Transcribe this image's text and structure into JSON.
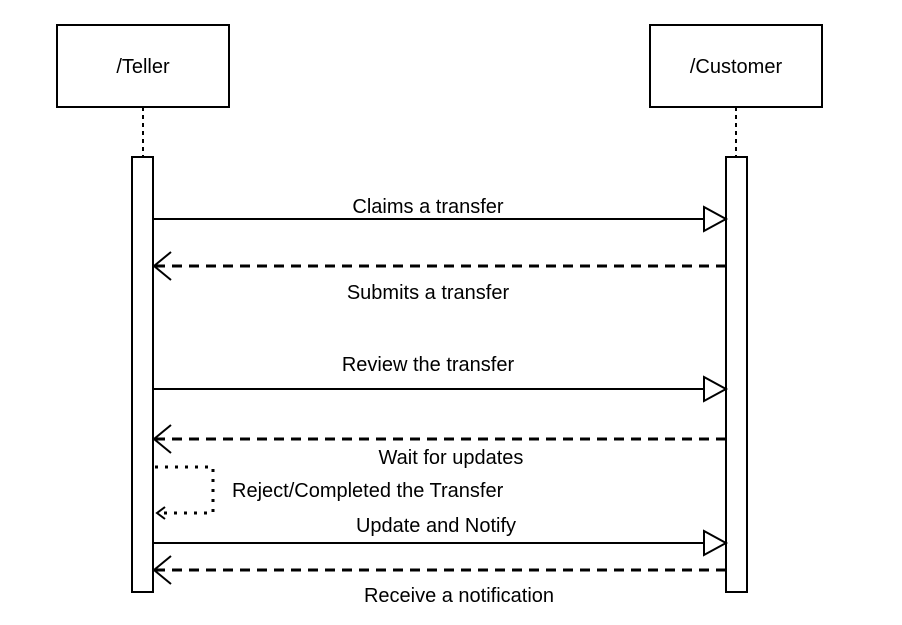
{
  "participants": {
    "teller": {
      "label": "/Teller"
    },
    "customer": {
      "label": "/Customer"
    }
  },
  "messages": [
    {
      "label": "Claims a transfer",
      "from": "teller",
      "to": "customer",
      "kind": "sync"
    },
    {
      "label": "Submits a transfer",
      "from": "customer",
      "to": "teller",
      "kind": "return"
    },
    {
      "label": "Review the transfer",
      "from": "teller",
      "to": "customer",
      "kind": "sync"
    },
    {
      "label": "Wait for updates",
      "from": "customer",
      "to": "teller",
      "kind": "return"
    },
    {
      "label": "Reject/Completed the Transfer",
      "from": "teller",
      "to": "teller",
      "kind": "self"
    },
    {
      "label": "Update and Notify",
      "from": "teller",
      "to": "customer",
      "kind": "sync"
    },
    {
      "label": "Receive a notification",
      "from": "customer",
      "to": "teller",
      "kind": "return"
    }
  ],
  "colors": {
    "line": "#000000",
    "fill": "#ffffff"
  }
}
